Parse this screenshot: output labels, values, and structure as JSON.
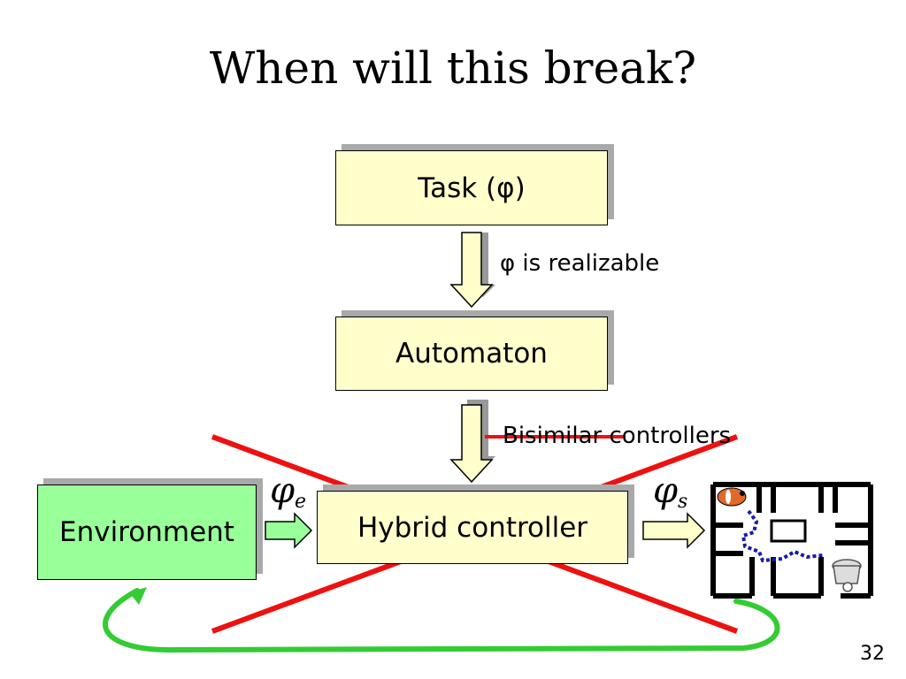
{
  "slide": {
    "title": "When will this break?",
    "page_number": "32"
  },
  "boxes": {
    "task": "Task (φ)",
    "automaton": "Automaton",
    "hybrid_controller": "Hybrid controller",
    "environment": "Environment"
  },
  "labels": {
    "realizable": "φ is realizable",
    "bisimilar_struck": "Bisimilar",
    "controllers": "controllers",
    "phi_e_base": "φ",
    "phi_e_sub": "e",
    "phi_s_base": "φ",
    "phi_s_sub": "s"
  },
  "colors": {
    "box_yellow": "#ffffcc",
    "box_green": "#99ff99",
    "cross_red": "#ee1111",
    "loop_green": "#33cc33",
    "path_blue": "#1a1aa6"
  }
}
